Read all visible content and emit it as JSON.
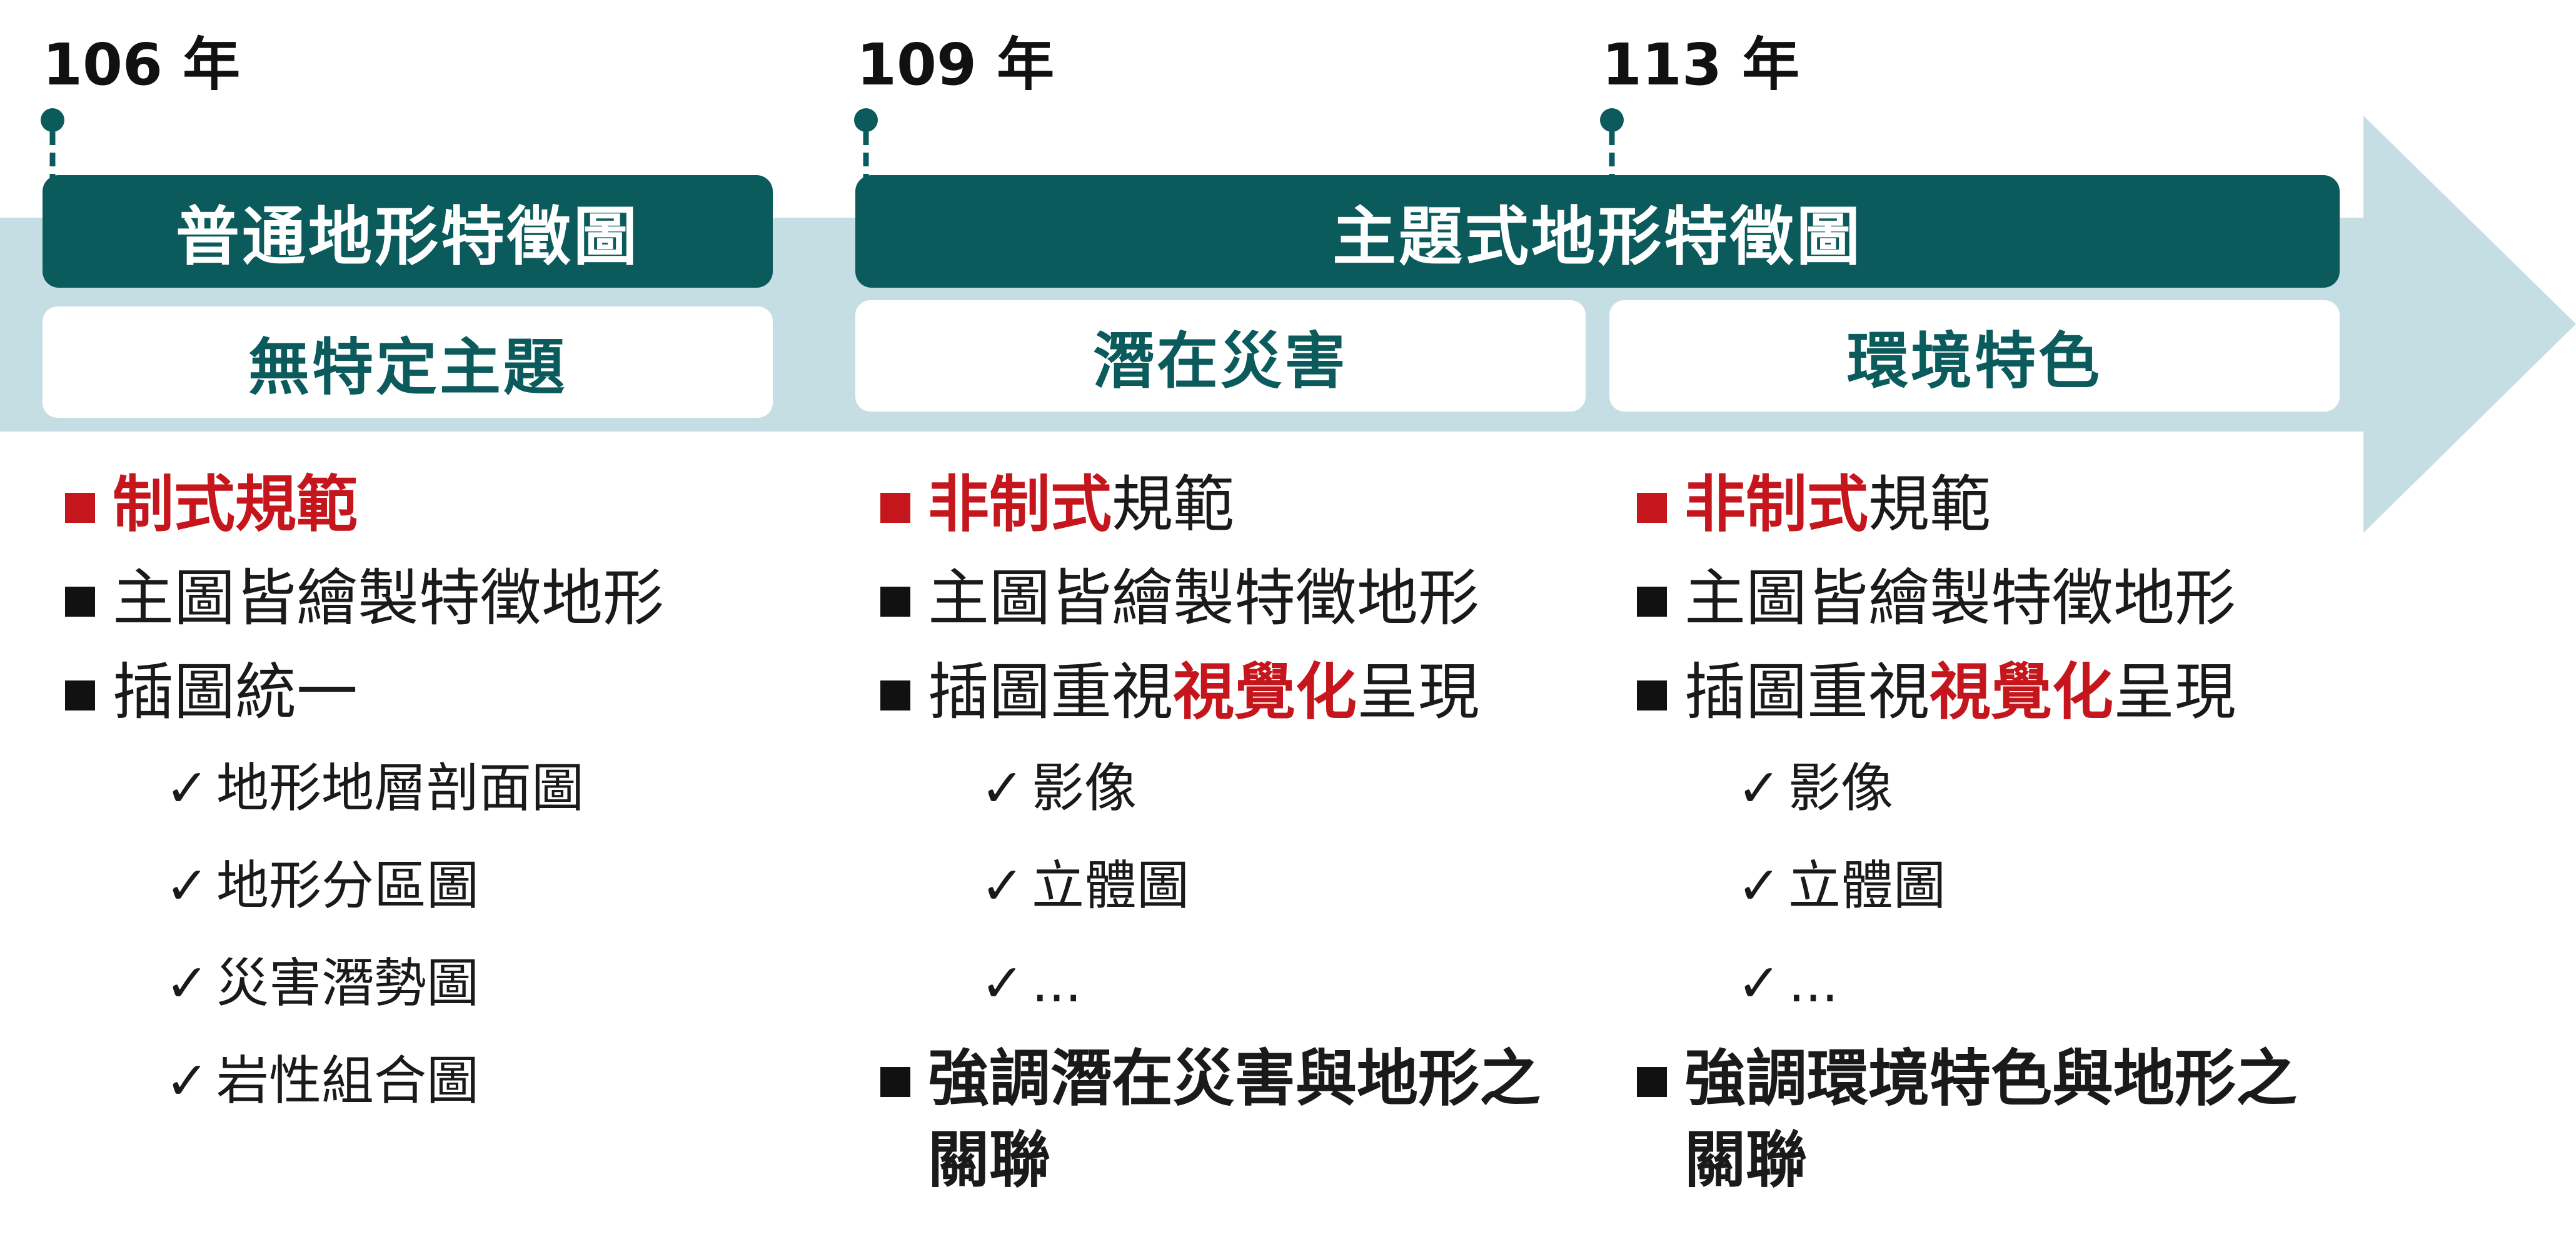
{
  "timeline": {
    "years": [
      "106 年",
      "109 年",
      "113 年"
    ]
  },
  "headers": {
    "general": "普通地形特徵圖",
    "thematic": "主題式地形特徵圖"
  },
  "subheaders": {
    "no_theme": "無特定主題",
    "hazard": "潛在災害",
    "environment": "環境特色"
  },
  "col1": {
    "b1": "制式規範",
    "b2": "主圖皆繪製特徵地形",
    "b3": "插圖統一",
    "checks": [
      "地形地層剖面圖",
      "地形分區圖",
      "災害潛勢圖",
      "岩性組合圖"
    ]
  },
  "col2": {
    "b1_red": "非制式",
    "b1_rest": "規範",
    "b2": "主圖皆繪製特徵地形",
    "b3_pre": "插圖重視",
    "b3_red": "視覺化",
    "b3_post": "呈現",
    "checks": [
      "影像",
      "立體圖",
      "..."
    ],
    "b4": "強調潛在災害與地形之關聯"
  },
  "col3": {
    "b1_red": "非制式",
    "b1_rest": "規範",
    "b2": "主圖皆繪製特徵地形",
    "b3_pre": "插圖重視",
    "b3_red": "視覺化",
    "b3_post": "呈現",
    "checks": [
      "影像",
      "立體圖",
      "..."
    ],
    "b4": "強調環境特色與地形之關聯"
  },
  "colors": {
    "teal": "#0b5a5c",
    "arrow": "#c5dee3",
    "red": "#c4161c"
  },
  "icons": {
    "bullet": "square-bullet-icon",
    "check": "check-mark-icon",
    "timeline": "timeline-pin-icon"
  }
}
